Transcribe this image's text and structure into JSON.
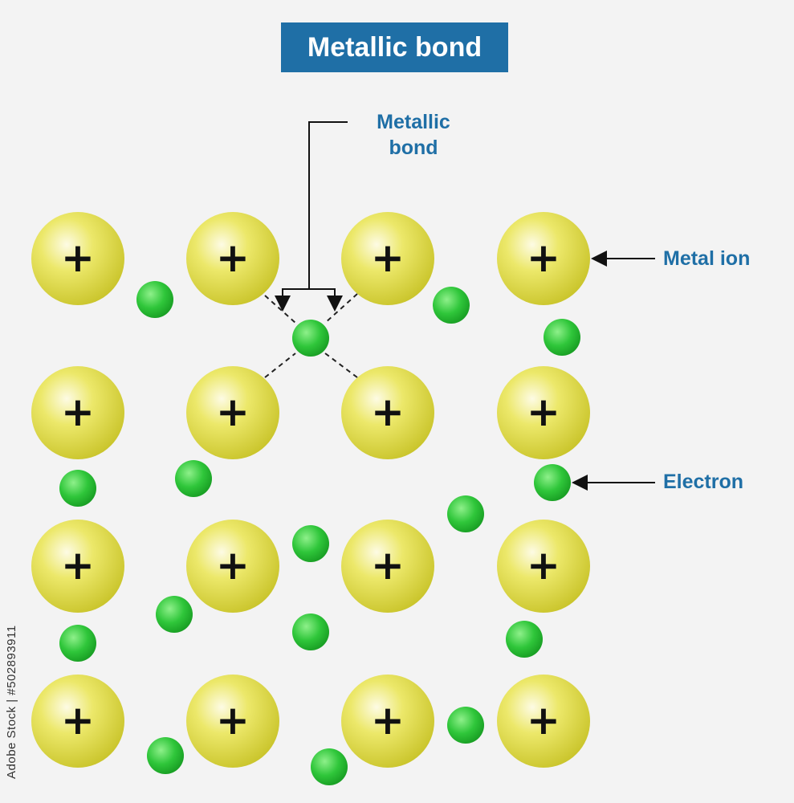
{
  "title": "Metallic bond",
  "labels": {
    "metallic_bond_line1": "Metallic",
    "metallic_bond_line2": "bond",
    "metal_ion": "Metal ion",
    "electron": "Electron"
  },
  "ion_symbol": "+",
  "ion_grid": {
    "rows": 4,
    "cols": 4
  },
  "watermark": "Adobe Stock | #502893911",
  "colors": {
    "title_bg": "#1f6fa6",
    "label_text": "#1f6fa6",
    "ion_fill": "#e6e24a",
    "electron_fill": "#2fc63a",
    "background": "#f3f3f3"
  }
}
